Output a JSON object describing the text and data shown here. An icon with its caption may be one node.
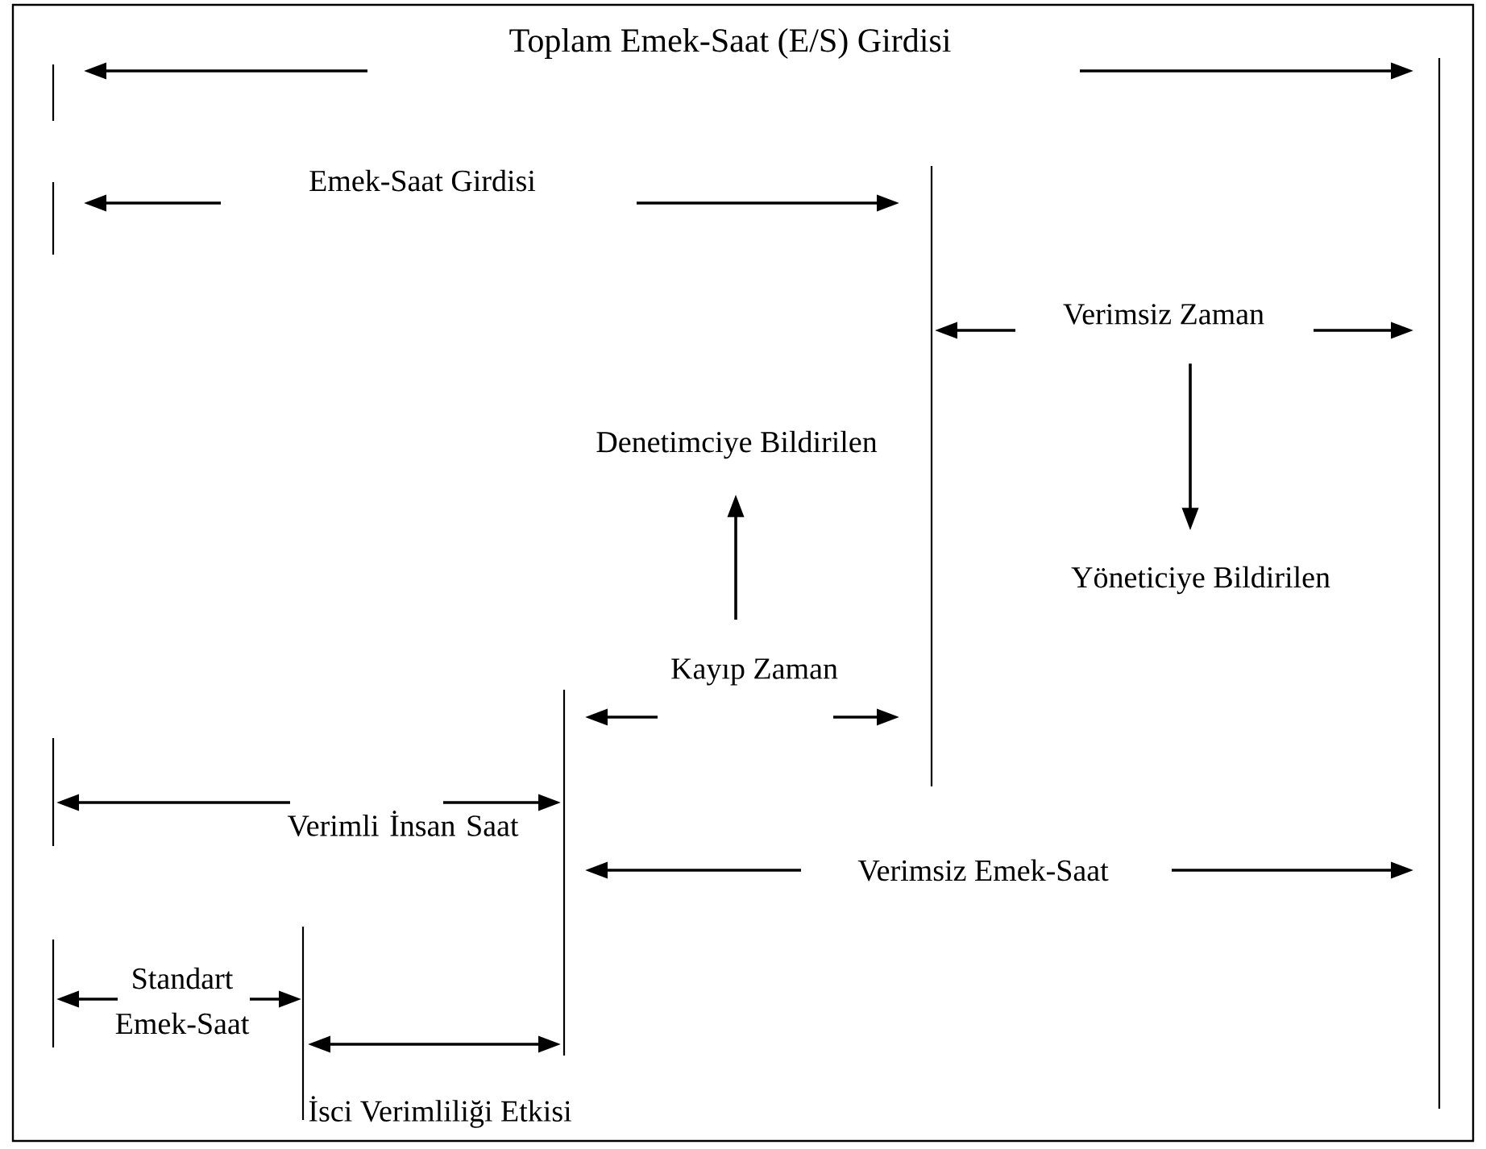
{
  "diagram": {
    "nodes": [
      {
        "text": [
          "Verimsiz Zaman"
        ]
      },
      {
        "text": [
          "Yöneticiye Bildirilen"
        ]
      },
      {
        "text": [
          "Kayıp Zaman"
        ]
      },
      {
        "text": [
          "Denetimciye Bildirilen"
        ]
      }
    ],
    "edges": [
      {
        "from": 0,
        "to": 1,
        "arrow": "to"
      },
      {
        "from": 2,
        "to": 3,
        "arrow": "to"
      }
    ],
    "labels": [
      "Toplam Emek-Saat (E/S) Girdisi",
      "Emek-Saat Girdisi",
      "Verimli İnsan Saat",
      "Verimsiz Emek-Saat",
      "Standart Emek-Saat",
      "İsci Verimliliği Etkisi"
    ]
  }
}
